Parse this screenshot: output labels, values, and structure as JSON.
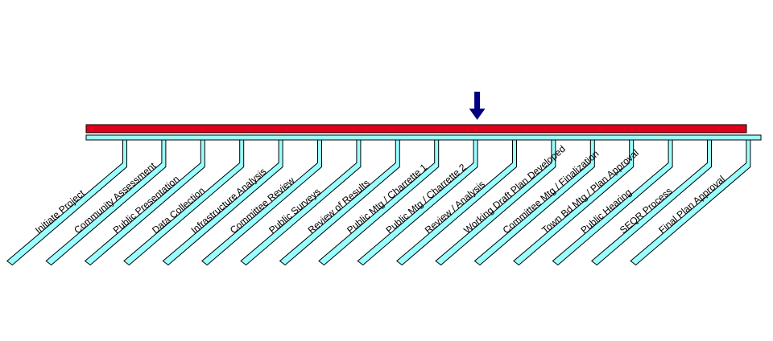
{
  "timeline": {
    "steps": [
      "Initiate Project",
      "Community Assessment",
      "Public Presentation",
      "Data Collection",
      "Infrastructure Analysis",
      "Committee Review",
      "Public Surveys",
      "Review of Results",
      "Public Mtg / Charrette 1",
      "Public Mtg / Charrette 2",
      "Review / Analysis",
      "Working Draft Plan Developed",
      "Committee Mtg / Finalization",
      "Town Bd Mtg / Plan Approval",
      "Public Hearing",
      "SEQR Process",
      "Final Plan Approval"
    ],
    "current_step_index": 9
  },
  "colors": {
    "progress_bar": "#e0001a",
    "rail": "#99ffff",
    "branch": "#99ffff",
    "outline": "#000000",
    "marker": "#000080"
  }
}
